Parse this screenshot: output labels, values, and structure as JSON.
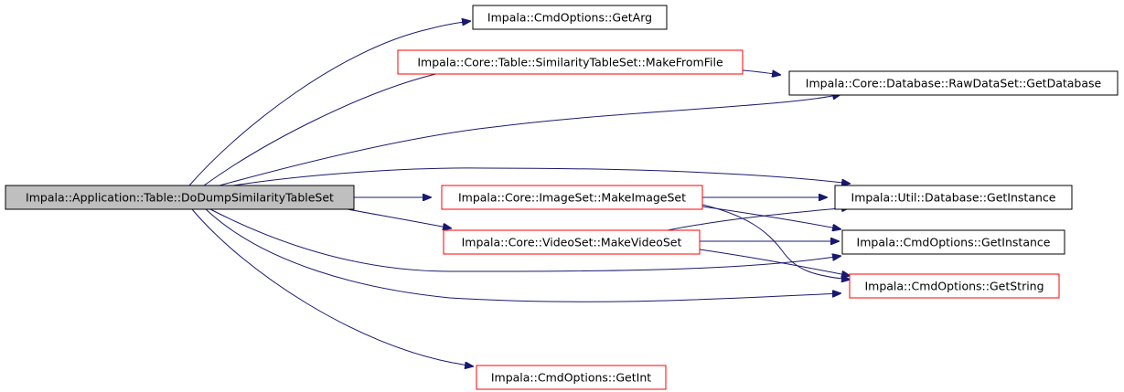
{
  "colors": {
    "edge": "#191970",
    "root_fill": "#bfbfbf",
    "root_border": "#000000",
    "documented_border": "#ff0000",
    "plain_border": "#000000",
    "node_fill": "#ffffff"
  },
  "nodes": {
    "root": {
      "label": "Impala::Application::Table::DoDumpSimilarityTableSet",
      "kind": "root"
    },
    "getarg": {
      "label": "Impala::CmdOptions::GetArg",
      "kind": "plain"
    },
    "makefromfile": {
      "label": "Impala::Core::Table::SimilarityTableSet::MakeFromFile",
      "kind": "documented"
    },
    "getdatabase": {
      "label": "Impala::Core::Database::RawDataSet::GetDatabase",
      "kind": "plain"
    },
    "makeimageset": {
      "label": "Impala::Core::ImageSet::MakeImageSet",
      "kind": "documented"
    },
    "utilgetinstance": {
      "label": "Impala::Util::Database::GetInstance",
      "kind": "plain"
    },
    "makevideoset": {
      "label": "Impala::Core::VideoSet::MakeVideoSet",
      "kind": "documented"
    },
    "cmdgetinstance": {
      "label": "Impala::CmdOptions::GetInstance",
      "kind": "plain"
    },
    "getstring": {
      "label": "Impala::CmdOptions::GetString",
      "kind": "documented"
    },
    "getint": {
      "label": "Impala::CmdOptions::GetInt",
      "kind": "documented"
    }
  },
  "edges": [
    {
      "from": "root",
      "to": "getarg"
    },
    {
      "from": "root",
      "to": "makefromfile"
    },
    {
      "from": "root",
      "to": "getdatabase"
    },
    {
      "from": "root",
      "to": "makeimageset"
    },
    {
      "from": "root",
      "to": "utilgetinstance"
    },
    {
      "from": "root",
      "to": "makevideoset"
    },
    {
      "from": "root",
      "to": "cmdgetinstance"
    },
    {
      "from": "root",
      "to": "getstring"
    },
    {
      "from": "root",
      "to": "getint"
    },
    {
      "from": "makefromfile",
      "to": "getdatabase"
    },
    {
      "from": "makeimageset",
      "to": "utilgetinstance"
    },
    {
      "from": "makeimageset",
      "to": "cmdgetinstance"
    },
    {
      "from": "makeimageset",
      "to": "getstring"
    },
    {
      "from": "makevideoset",
      "to": "utilgetinstance"
    },
    {
      "from": "makevideoset",
      "to": "cmdgetinstance"
    },
    {
      "from": "makevideoset",
      "to": "getstring"
    }
  ]
}
